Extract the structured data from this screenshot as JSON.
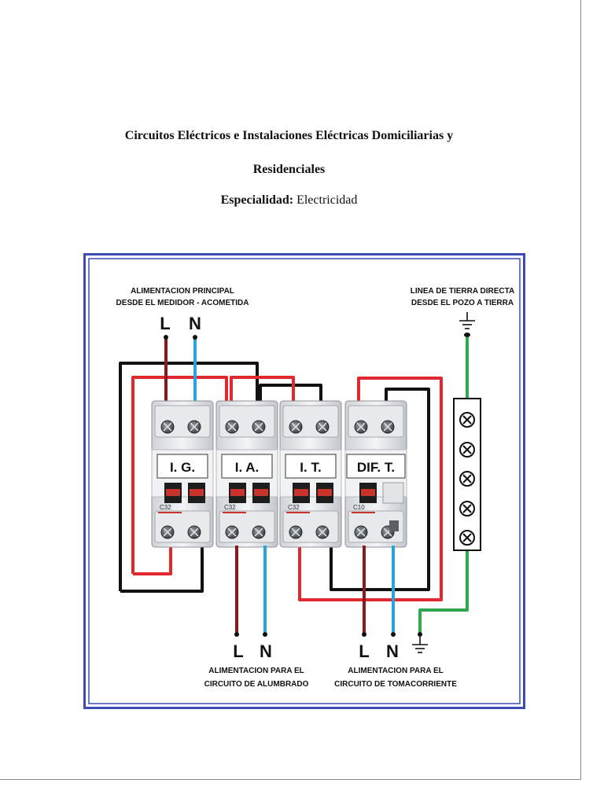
{
  "document": {
    "title_line1": "Circuitos Eléctricos e Instalaciones Eléctricas Domiciliarias y",
    "title_line2": "Residenciales",
    "specialty_label": "Especialidad:",
    "specialty_value": "Electricidad"
  },
  "diagram": {
    "supply_label_1": "ALIMENTACION PRINCIPAL",
    "supply_label_2": "DESDE EL MEDIDOR - ACOMETIDA",
    "ground_label_1": "LINEA DE TIERRA DIRECTA",
    "ground_label_2": "DESDE EL POZO A TIERRA",
    "line_letter": "L",
    "neutral_letter": "N",
    "breakers": [
      {
        "label": "I. G.",
        "rating": "C32"
      },
      {
        "label": "I. A.",
        "rating": "C32"
      },
      {
        "label": "I. T.",
        "rating": "C32"
      },
      {
        "label": "DIF. T.",
        "rating": "C10"
      }
    ],
    "lighting_label_1": "ALIMENTACION PARA EL",
    "lighting_label_2": "CIRCUITO DE ALUMBRADO",
    "outlet_label_1": "ALIMENTACION PARA EL",
    "outlet_label_2": "CIRCUITO DE TOMACORRIENTE",
    "colors": {
      "frame": "#3b4db5",
      "line_wire": "#8b1a1f",
      "neutral_wire": "#29a3db",
      "phase_loop": "#e0282e",
      "neutral_loop": "#111111",
      "ground_wire": "#2fa84f"
    }
  }
}
